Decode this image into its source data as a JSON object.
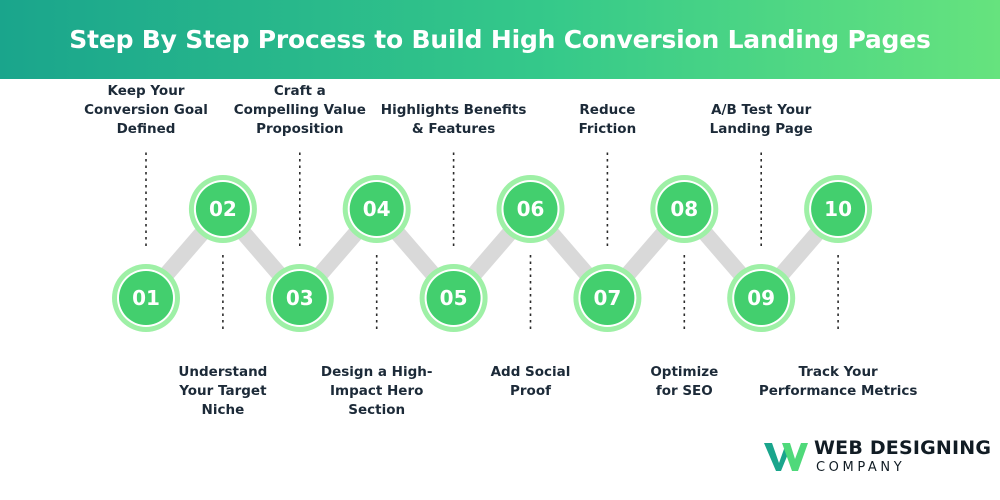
{
  "title": "Step By Step Process to Build High Conversion Landing Pages",
  "steps": [
    {
      "number": "01",
      "position": "low",
      "label": [
        "Keep Your",
        "Conversion Goal",
        "Defined"
      ]
    },
    {
      "number": "02",
      "position": "high",
      "label": [
        "Understand",
        "Your Target",
        "Niche"
      ]
    },
    {
      "number": "03",
      "position": "low",
      "label": [
        "Craft a",
        "Compelling Value",
        "Proposition"
      ]
    },
    {
      "number": "04",
      "position": "high",
      "label": [
        "Design a High-",
        "Impact Hero",
        "Section"
      ]
    },
    {
      "number": "05",
      "position": "low",
      "label": [
        "Highlights Benefits",
        "& Features"
      ]
    },
    {
      "number": "06",
      "position": "high",
      "label": [
        "Add Social",
        "Proof"
      ]
    },
    {
      "number": "07",
      "position": "low",
      "label": [
        "Reduce",
        "Friction"
      ]
    },
    {
      "number": "08",
      "position": "high",
      "label": [
        "Optimize",
        "for SEO"
      ]
    },
    {
      "number": "09",
      "position": "low",
      "label": [
        "A/B Test Your",
        "Landing Page"
      ]
    },
    {
      "number": "10",
      "position": "high",
      "label": [
        "Track Your",
        "Performance Metrics"
      ]
    }
  ],
  "brand": {
    "line1": "WEB DESIGNING",
    "line2": "COMPANY"
  },
  "colors": {
    "accent": "#35c98a",
    "circle_outer": "#9ef0a6",
    "circle_inner": "#43cf6e",
    "track": "#d9d9d9",
    "text": "#1c2a38"
  }
}
